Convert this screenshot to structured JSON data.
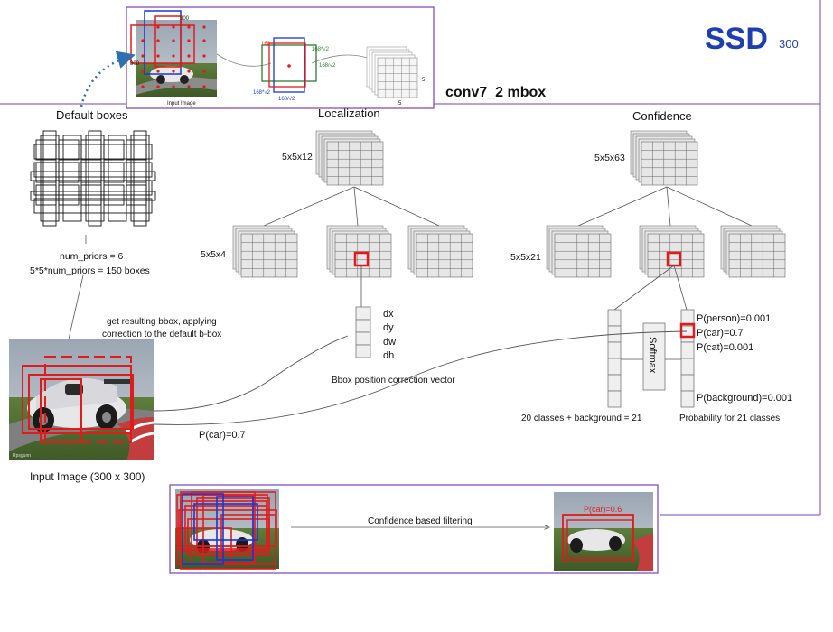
{
  "header": {
    "logo_text": "SSD",
    "logo_sub": "300",
    "subtitle": "conv7_2 mbox",
    "colors": {
      "logo": "#1f3fb0",
      "frame": "#7b3fb5",
      "box_red": "#e01b1b",
      "box_blue": "#1a35d6",
      "box_green": "#2e7d2e",
      "link_dotted": "#2f6fb3"
    }
  },
  "top_inset": {
    "size_300_top": "300",
    "size_300_left": "300",
    "caption": "Input Image",
    "dim_168": "168",
    "dim_168_sqrt2_a": "168*√2",
    "dim_168_over_sqrt2_a": "168/√2",
    "dim_168_sqrt2_b": "168*√2",
    "dim_168_over_sqrt2_b": "168/√2",
    "grid_5_right": "5",
    "grid_5_bottom": "5"
  },
  "sections": {
    "default_boxes": "Default boxes",
    "localization": "Localization",
    "confidence": "Confidence"
  },
  "default_boxes": {
    "num_priors": "num_priors = 6",
    "total_boxes": "5*5*num_priors = 150 boxes"
  },
  "localization": {
    "input_shape": "5x5x12",
    "split_shape": "5x5x4",
    "vector_labels": [
      "dx",
      "dy",
      "dw",
      "dh"
    ],
    "vector_caption": "Bbox position correction vector"
  },
  "confidence": {
    "input_shape": "5x5x63",
    "split_shape": "5x5x21",
    "softmax_label": "Softmax",
    "classes_caption": "20 classes + background = 21",
    "prob_caption": "Probability for 21 classes",
    "probs": [
      "P(person)=0.001",
      "P(car)=0.7",
      "P(cat)=0.001",
      "P(background)=0.001"
    ]
  },
  "input_image": {
    "bbox_note_line1": "get resulting bbox, applying",
    "bbox_note_line2": "correction to the default b-box",
    "caption": "Input Image (300 x 300)",
    "pcar_label": "P(car)=0.7"
  },
  "bottom_panel": {
    "filter_label": "Confidence based filtering",
    "result_label": "P(car)=0.6"
  }
}
